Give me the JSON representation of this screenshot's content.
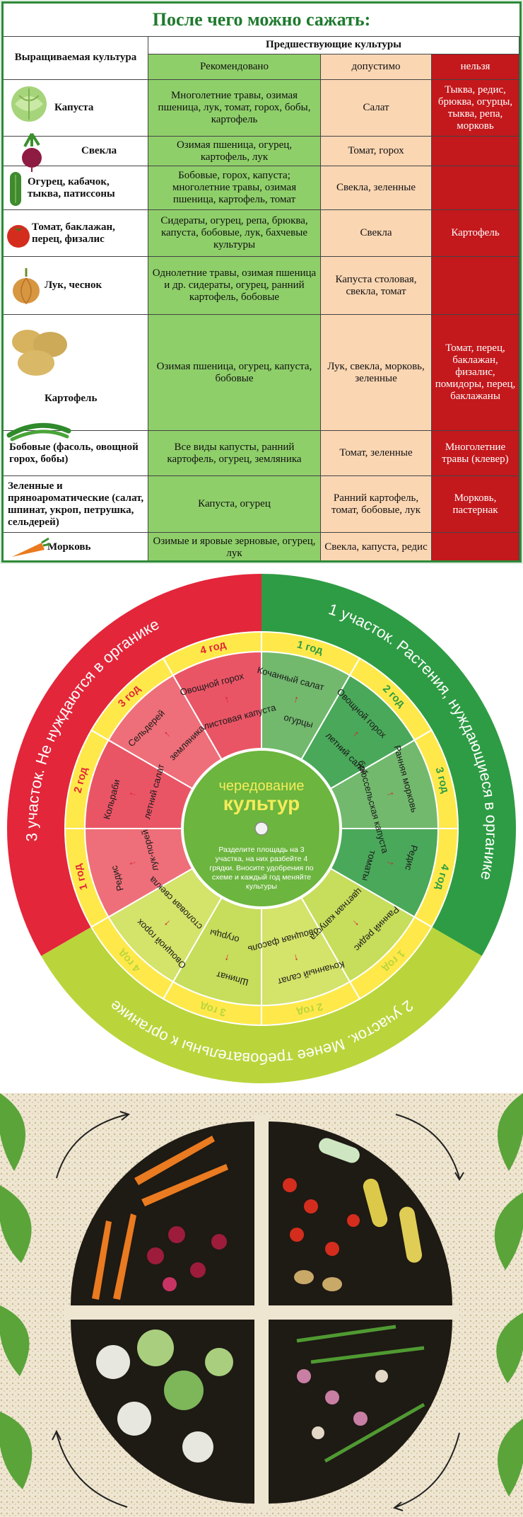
{
  "table": {
    "title": "После чего можно сажать:",
    "col_crop": "Выращиваемая культура",
    "col_prev": "Предшествующие культуры",
    "col_rec": "Рекомендовано",
    "col_ok": "допустимо",
    "col_no": "нельзя",
    "rows": [
      {
        "name": "Капуста",
        "rec": "Многолетние травы, озимая пшеница, лук, томат, горох, бобы, картофель",
        "ok": "Салат",
        "no": "Тыква, редис, брюква, огурцы, тыква, репа, морковь"
      },
      {
        "name": "Свекла",
        "rec": "Озимая пшеница, огурец, картофель, лук",
        "ok": "Томат, горох",
        "no": ""
      },
      {
        "name": "Огурец, кабачок, тыква, патиссоны",
        "rec": "Бобовые, горох, капуста; многолетние травы, озимая пшеница, картофель, томат",
        "ok": "Свекла, зеленные",
        "no": ""
      },
      {
        "name": "Томат, баклажан, перец, физалис",
        "rec": "Сидераты, огурец, репа, брюква, капуста, бобовые, лук, бахчевые культуры",
        "ok": "Свекла",
        "no": "Картофель"
      },
      {
        "name": "Лук, чеснок",
        "rec": "Однолетние травы, озимая пшеница и др. сидераты, огурец, ранний картофель, бобовые",
        "ok": "Капуста столовая, свекла, томат",
        "no": ""
      },
      {
        "name": "Картофель",
        "rec": "Озимая пшеница, огурец, капуста, бобовые",
        "ok": "Лук, свекла, морковь, зеленные",
        "no": "Томат, перец, баклажан, физалис, помидоры, перец, баклажаны"
      },
      {
        "name": "Бобовые (фасоль, овощной горох, бобы)",
        "rec": "Все виды капусты, ранний картофель, огурец, земляника",
        "ok": "Томат, зеленные",
        "no": "Многолетние травы (клевер)"
      },
      {
        "name": "Зеленные и пряноароматические (салат, шпинат, укроп, петрушка, сельдерей)",
        "rec": "Капуста, огурец",
        "ok": "Ранний картофель, томат, бобовые, лук",
        "no": "Морковь, пастернак"
      },
      {
        "name": "Морковь",
        "rec": "Озимые и яровые зерновые, огурец, лук",
        "ok": "Свекла, капуста, редис",
        "no": ""
      }
    ]
  },
  "wheel": {
    "center_title1": "чередование",
    "center_title2": "культур",
    "center_text": "Разделите площадь на 3 участка, на них разбейте 4 грядки. Вносите удобрения по схеме и каждый год меняйте культуры",
    "ring_label_1": "1 участок. Растения, нуждающиеся в органике",
    "ring_label_2": "2 участок. Менее требовательны к органике",
    "ring_label_3": "3 участок. Не нуждаются в органике",
    "years": [
      {
        "label": "1 год",
        "items": [
          "Кочанный салат",
          "огурцы"
        ]
      },
      {
        "label": "2 год",
        "items": [
          "Овощной горох",
          "летний салат"
        ]
      },
      {
        "label": "3 год",
        "items": [
          "Ранняя морковь",
          "брюссельская капуста"
        ]
      },
      {
        "label": "4 год",
        "items": [
          "Редис",
          "томаты"
        ]
      },
      {
        "label": "1 год",
        "items": [
          "Ранний редис",
          "цветная капуста"
        ]
      },
      {
        "label": "2 год",
        "items": [
          "Кочанный салат",
          "овощная фасоль"
        ]
      },
      {
        "label": "3 год",
        "items": [
          "Шпинат",
          "огурцы"
        ]
      },
      {
        "label": "4 год",
        "items": [
          "Овощной горох",
          "столовая свекла"
        ]
      },
      {
        "label": "1 год",
        "items": [
          "Редис",
          "лук-порей"
        ]
      },
      {
        "label": "2 год",
        "items": [
          "Кольраби",
          "летний салат"
        ]
      },
      {
        "label": "3 год",
        "items": [
          "Сельдерей",
          "земляника"
        ]
      },
      {
        "label": "4 год",
        "items": [
          "Овощной горох",
          "листовая капуста"
        ]
      }
    ],
    "colors": {
      "sector1": "#2e9c44",
      "sector2": "#b9d53b",
      "sector3": "#e3263a",
      "year_ring": "#ffe94a"
    }
  }
}
